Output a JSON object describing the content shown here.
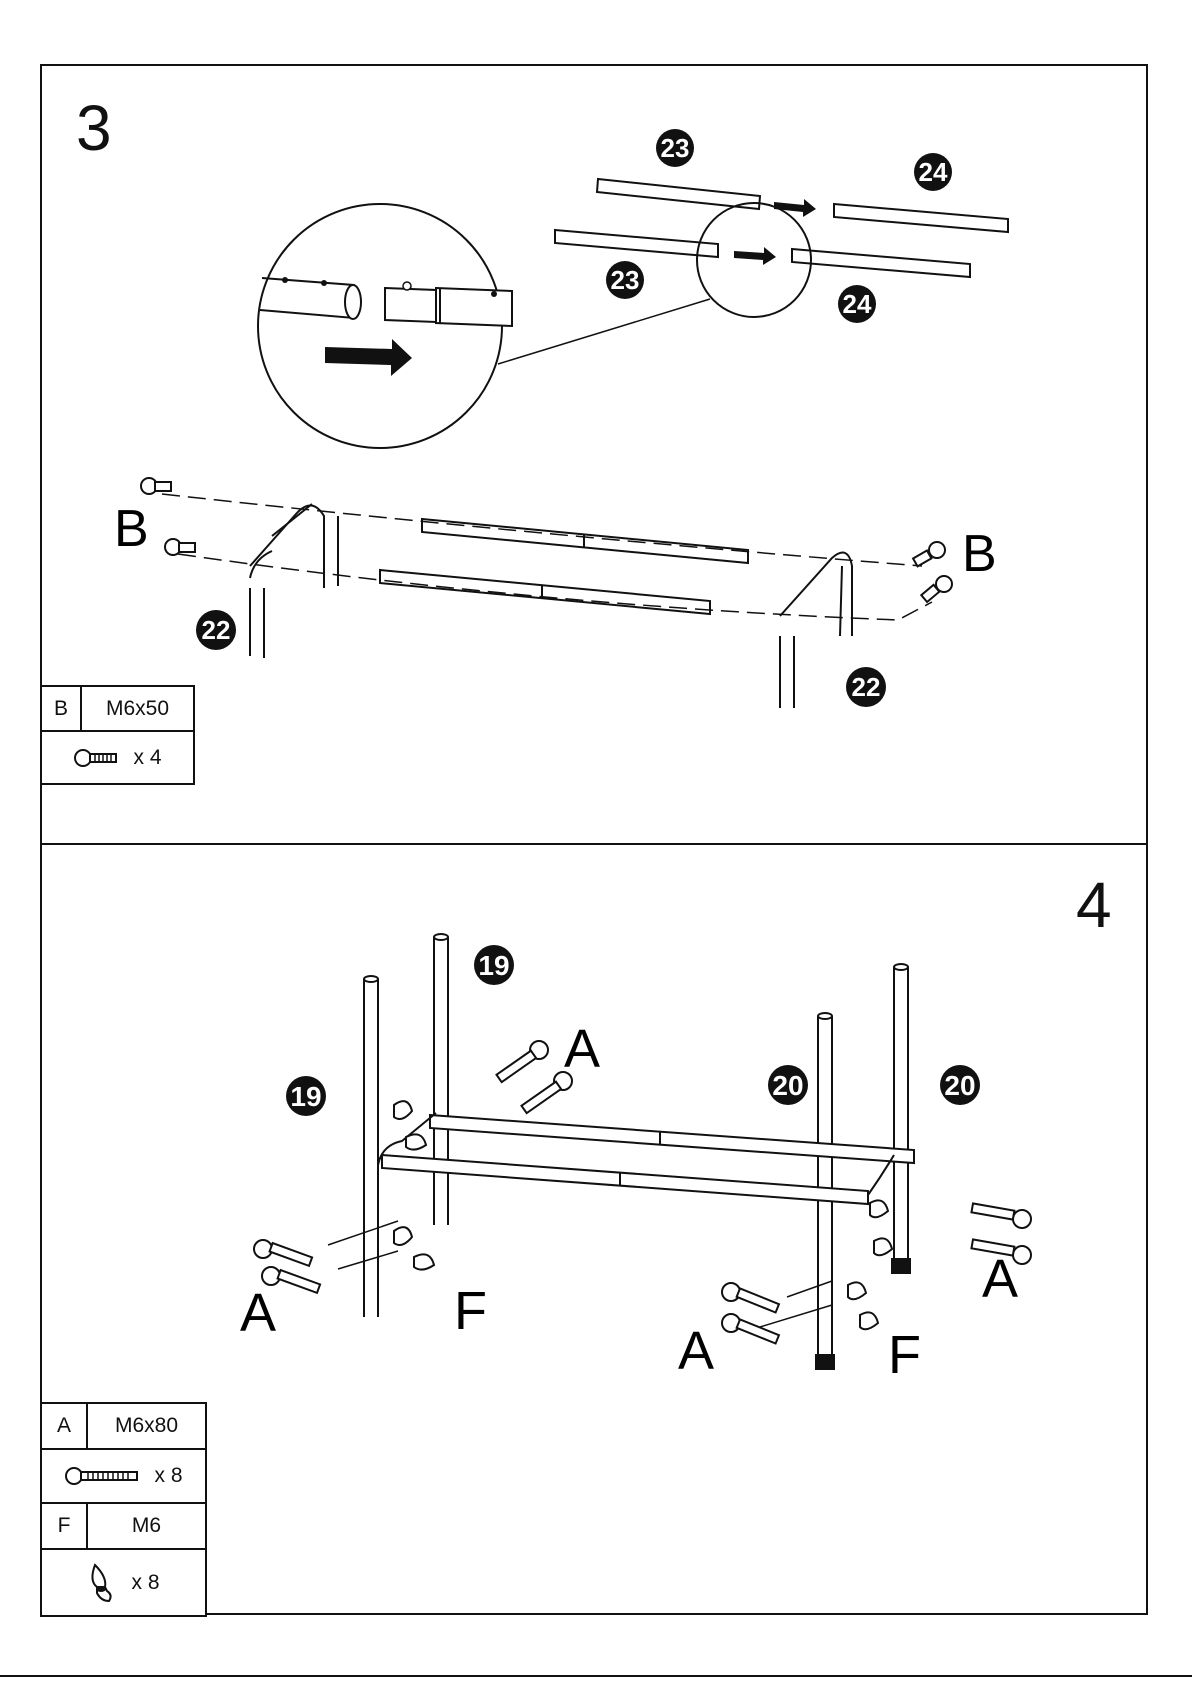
{
  "step3": {
    "number": "3",
    "callouts": {
      "part_22a": "22",
      "part_22b": "22",
      "part_23a": "23",
      "part_23b": "23",
      "part_24a": "24",
      "part_24b": "24"
    },
    "letters": {
      "left": "B",
      "right": "B"
    },
    "legend": {
      "code": "B",
      "size": "M6x50",
      "qty": "x 4",
      "icon": "bolt-icon"
    }
  },
  "step4": {
    "number": "4",
    "callouts": {
      "part_19a": "19",
      "part_19b": "19",
      "part_20a": "20",
      "part_20b": "20"
    },
    "letters": {
      "a_top": "A",
      "a_left": "A",
      "f_left": "F",
      "a_right_low": "A",
      "f_right": "F",
      "a_right": "A"
    },
    "legend": {
      "bolt": {
        "code": "A",
        "size": "M6x80",
        "qty": "x 8",
        "icon": "long-bolt-icon"
      },
      "nut": {
        "code": "F",
        "size": "M6",
        "qty": "x 8",
        "icon": "wing-nut-icon"
      }
    }
  },
  "colors": {
    "ink": "#111111",
    "paper": "#ffffff"
  }
}
